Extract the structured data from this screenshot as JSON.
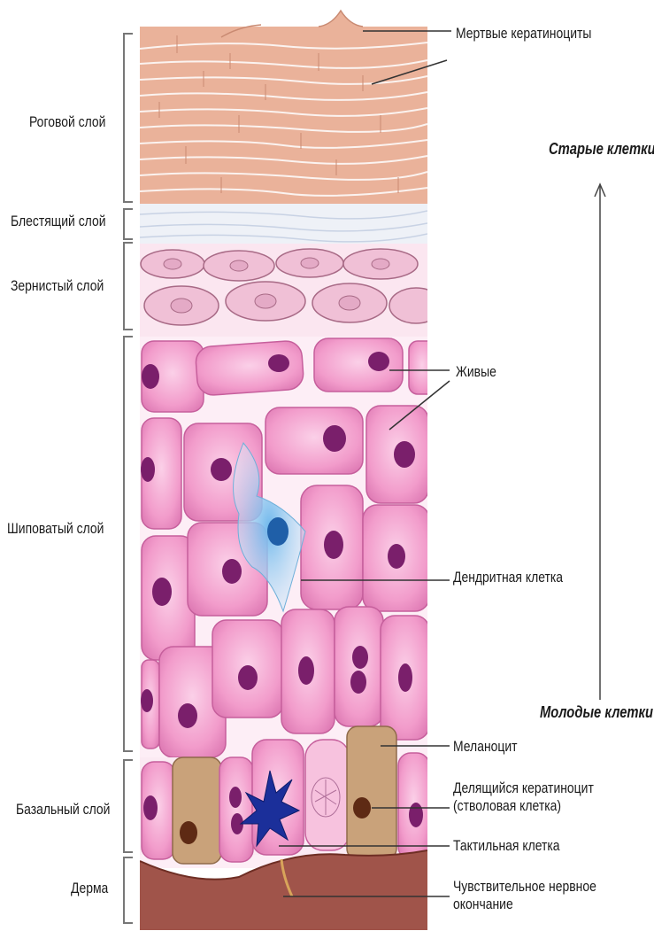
{
  "layers": {
    "stratum_corneum": "Роговой слой",
    "stratum_lucidum": "Блестящий слой",
    "stratum_granulosum": "Зернистый слой",
    "stratum_spinosum": "Шиповатый слой",
    "stratum_basale": "Базальный слой",
    "dermis": "Дерма"
  },
  "callouts": {
    "dead_keratinocytes": "Мертвые кератиноциты",
    "living": "Живые",
    "dendritic_cell": "Дендритная клетка",
    "melanocyte": "Меланоцит",
    "dividing_keratinocyte_1": "Делящийся кератиноцит",
    "dividing_keratinocyte_2": "(стволовая клетка)",
    "tactile_cell": "Тактильная клетка",
    "nerve_ending_1": "Чувствительное нервное",
    "nerve_ending_2": "окончание"
  },
  "age_axis": {
    "old": "Старые клетки",
    "young": "Молодые клетки"
  },
  "colors": {
    "corneum": "#e8a98f",
    "lucidum": "#e9eef5",
    "granulosum": "#f0c3d8",
    "spinosum_cell": "#f29ccb",
    "nucleus": "#7a1f6b",
    "dendritic": "#9fd3f0",
    "melanocyte": "#c9a27a",
    "dermis": "#9b4a3e"
  }
}
